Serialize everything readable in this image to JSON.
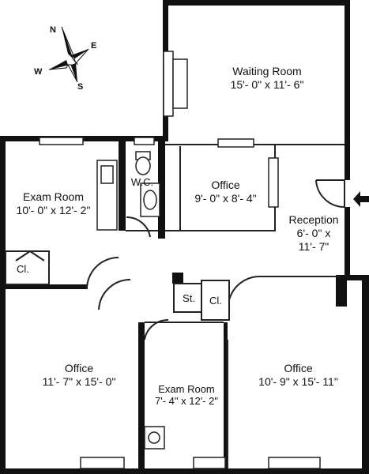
{
  "compass": {
    "n": "N",
    "e": "E",
    "s": "S",
    "w": "W"
  },
  "rooms": {
    "waiting_room": {
      "name": "Waiting Room",
      "dims": "15'- 0\" x 11'- 6\""
    },
    "office_center": {
      "name": "Office",
      "dims": "9'- 0\" x 8'- 4\""
    },
    "exam_room_top": {
      "name": "Exam Room",
      "dims": "10'- 0\" x 12'- 2\""
    },
    "wc": {
      "name": "W.C."
    },
    "reception": {
      "name": "Reception",
      "dims_line1": "6'- 0\" x",
      "dims_line2": "11'- 7\""
    },
    "closet_left": {
      "name": "Cl."
    },
    "storage": {
      "name": "St."
    },
    "closet_center": {
      "name": "Cl."
    },
    "office_left": {
      "name": "Office",
      "dims": "11'- 7\" x 15'- 0\""
    },
    "exam_room_bottom": {
      "name": "Exam Room",
      "dims": "7'- 4\" x 12'- 2\""
    },
    "office_right": {
      "name": "Office",
      "dims": "10'- 9\" x 15'- 11\""
    }
  },
  "colors": {
    "wall": "#111111",
    "line": "#222222",
    "background": "#ffffff"
  }
}
